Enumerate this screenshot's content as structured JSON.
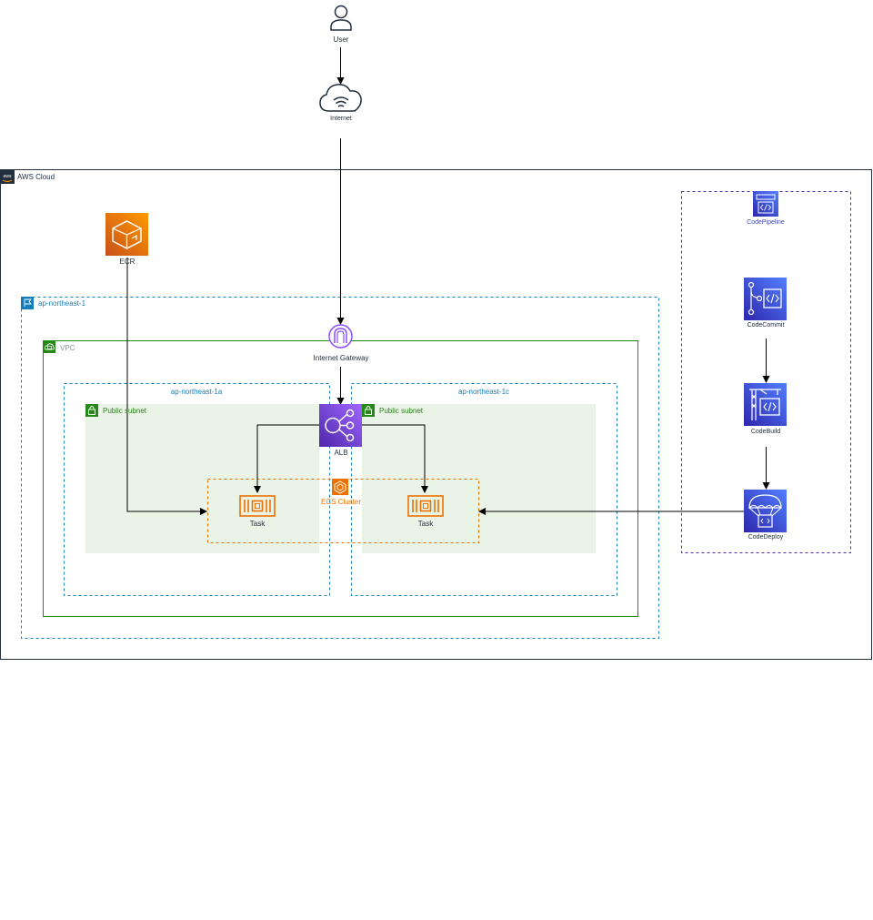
{
  "user": {
    "label": "User"
  },
  "internet": {
    "label": "Internet"
  },
  "aws_cloud": {
    "label": "AWS Cloud",
    "badge": "aws"
  },
  "region": {
    "label": "ap-northeast-1"
  },
  "vpc": {
    "label": "VPC"
  },
  "az_a": {
    "label": "ap-northeast-1a"
  },
  "az_c": {
    "label": "ap-northeast-1c"
  },
  "subnet_a": {
    "label": "Public subnet"
  },
  "subnet_c": {
    "label": "Public subnet"
  },
  "igw": {
    "label": "Internet Gateway"
  },
  "alb": {
    "label": "ALB"
  },
  "ecs_cluster": {
    "label": "ECS Cluster"
  },
  "task_a": {
    "label": "Task"
  },
  "task_c": {
    "label": "Task"
  },
  "ecr": {
    "label": "ECR"
  },
  "codepipeline": {
    "label": "CodePipeline"
  },
  "codecommit": {
    "label": "CodeCommit"
  },
  "codebuild": {
    "label": "CodeBuild"
  },
  "codedeploy": {
    "label": "CodeDeploy"
  },
  "colors": {
    "cloud_border": "#232f3e",
    "region_border": "#147eba",
    "vpc_border": "#248814",
    "subnet_fill": "#e9f3e6",
    "subnet_text": "#248814",
    "az_border": "#147eba",
    "ecs_border": "#ed7100",
    "orange": "#ed7100",
    "purple": "#8c4fff",
    "blue_dev": "#3f48cc",
    "pipeline_border": "#4d27aa",
    "arrow": "#000000",
    "muted": "#879196"
  }
}
